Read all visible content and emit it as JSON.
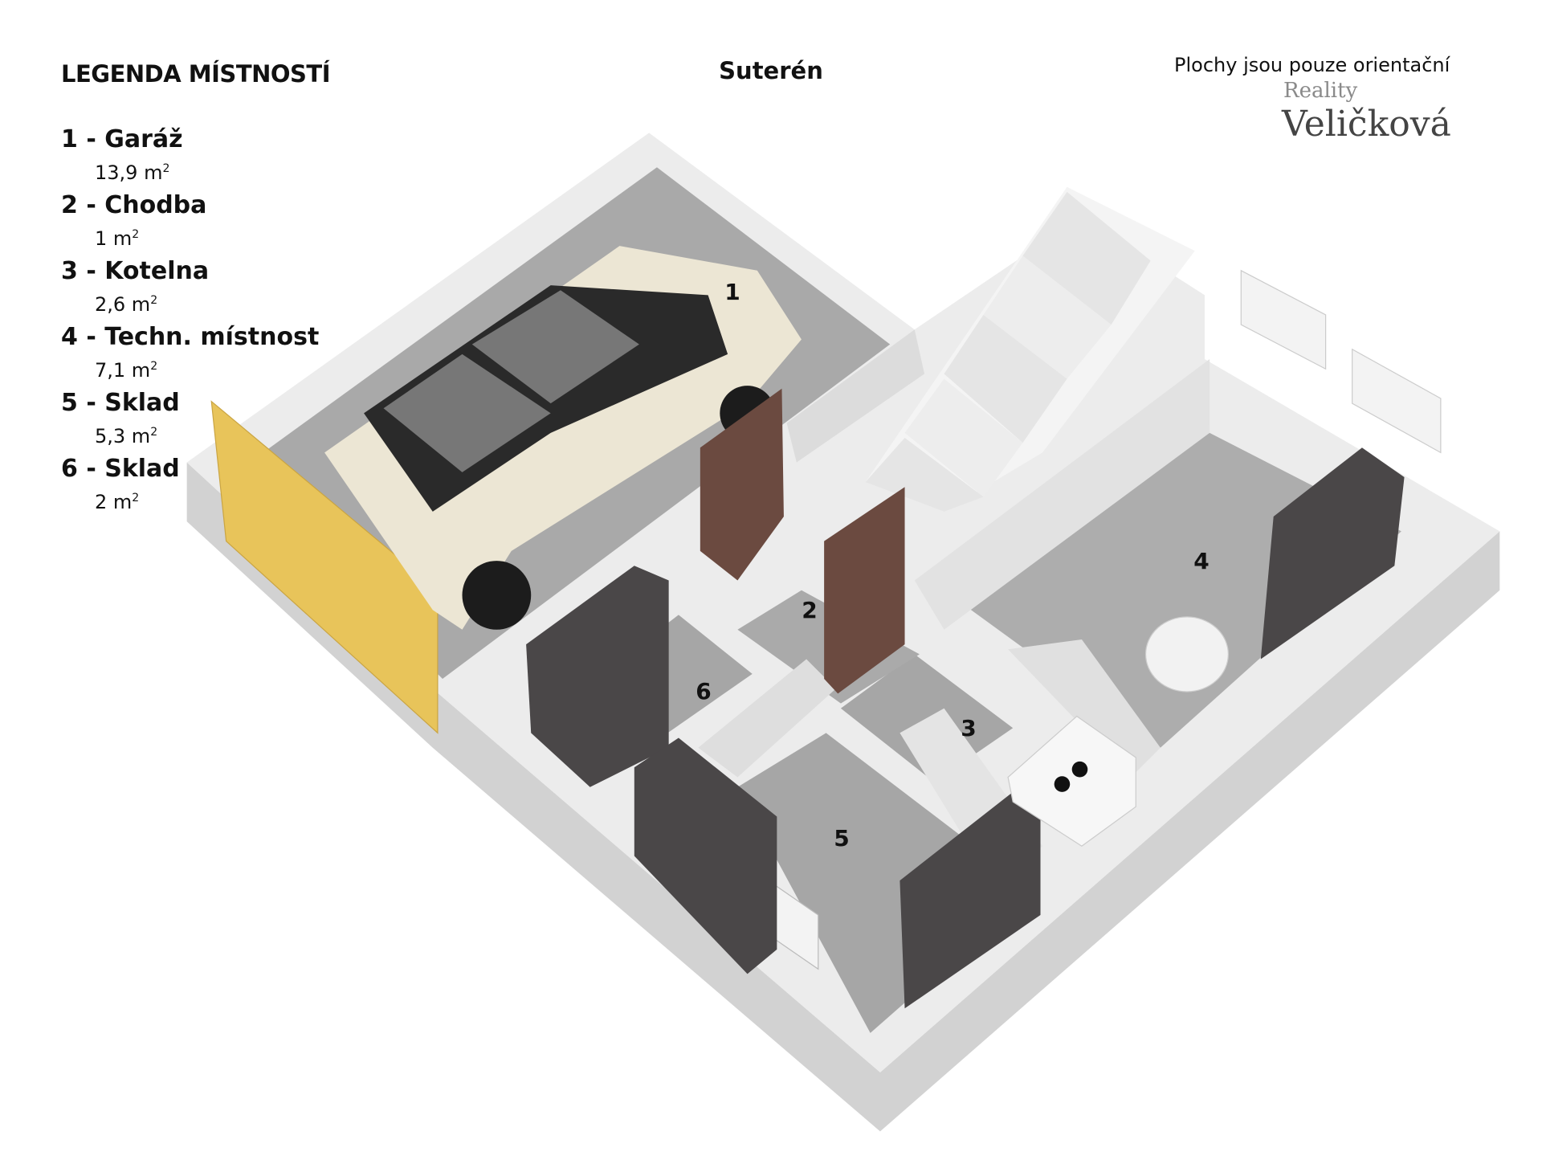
{
  "legend": {
    "title": "LEGENDA MÍSTNOSTÍ",
    "items": [
      {
        "name": "1 - Garáž",
        "area": "13,9 m",
        "unit_exp": "2"
      },
      {
        "name": "2 - Chodba",
        "area": "1 m",
        "unit_exp": "2"
      },
      {
        "name": "3 - Kotelna",
        "area": "2,6 m",
        "unit_exp": "2"
      },
      {
        "name": "4 - Techn. místnost",
        "area": "7,1 m",
        "unit_exp": "2"
      },
      {
        "name": "5 - Sklad",
        "area": "5,3 m",
        "unit_exp": "2"
      },
      {
        "name": "6 - Sklad",
        "area": "2 m",
        "unit_exp": "2"
      }
    ]
  },
  "floor_title": "Suterén",
  "note": "Plochy jsou pouze orientační",
  "logo": {
    "line1": "Reality",
    "line2": "Veličková"
  },
  "room_labels": [
    "1",
    "2",
    "3",
    "4",
    "5",
    "6"
  ],
  "colors": {
    "wall": "#ececec",
    "floor": "#a8a8a8",
    "door": "#6b4a40",
    "garage_door": "#e8c45a",
    "shelf": "#4a4748"
  }
}
